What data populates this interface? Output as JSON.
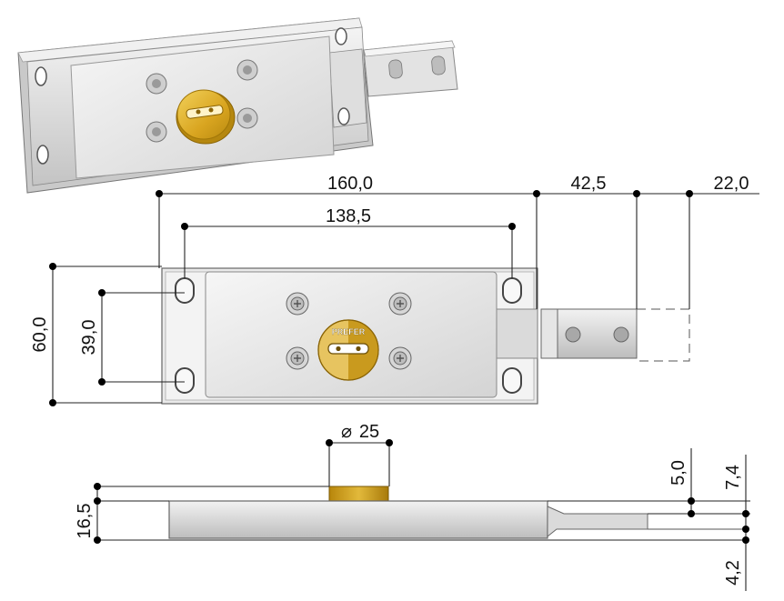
{
  "dimensions": {
    "total_length": "160,0",
    "hole_spacing": "138,5",
    "bolt_throw": "42,5",
    "bolt_extension": "22,0",
    "body_height": "60,0",
    "hole_vertical": "39,0",
    "cylinder_diameter": "25",
    "cylinder_projection": "5,0",
    "bolt_height": "7,4",
    "body_thickness": "16,5",
    "bolt_offset": "4,2"
  },
  "symbols": {
    "diameter": "⌀"
  },
  "brand": "PREFER",
  "colors": {
    "metal_light": "#eeeeee",
    "metal_mid": "#d7d7d7",
    "metal_dark": "#9a9a9a",
    "brass": "#d8a722",
    "brass_light": "#f0cc54",
    "line": "#222222"
  }
}
